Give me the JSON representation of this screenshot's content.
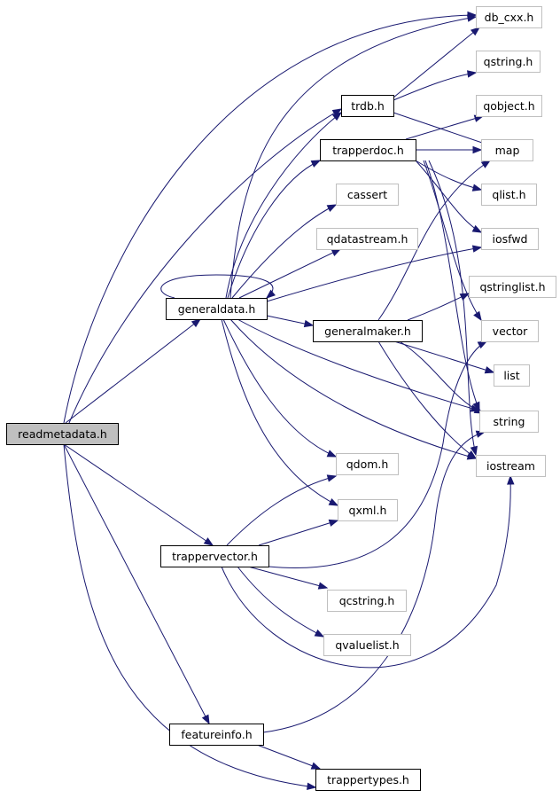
{
  "nodes": {
    "readmetadata": {
      "label": "readmetadata.h",
      "style": "root"
    },
    "db_cxx": {
      "label": "db_cxx.h",
      "style": "external"
    },
    "qstring": {
      "label": "qstring.h",
      "style": "external"
    },
    "trdb": {
      "label": "trdb.h",
      "style": "project"
    },
    "qobject": {
      "label": "qobject.h",
      "style": "external"
    },
    "trapperdoc": {
      "label": "trapperdoc.h",
      "style": "project"
    },
    "map": {
      "label": "map",
      "style": "external"
    },
    "cassert": {
      "label": "cassert",
      "style": "external"
    },
    "qlist": {
      "label": "qlist.h",
      "style": "external"
    },
    "qdatastream": {
      "label": "qdatastream.h",
      "style": "external"
    },
    "iosfwd": {
      "label": "iosfwd",
      "style": "external"
    },
    "qstringlist": {
      "label": "qstringlist.h",
      "style": "external"
    },
    "generaldata": {
      "label": "generaldata.h",
      "style": "project"
    },
    "generalmaker": {
      "label": "generalmaker.h",
      "style": "project"
    },
    "vector": {
      "label": "vector",
      "style": "external"
    },
    "list": {
      "label": "list",
      "style": "external"
    },
    "string": {
      "label": "string",
      "style": "external"
    },
    "iostream": {
      "label": "iostream",
      "style": "external"
    },
    "qdom": {
      "label": "qdom.h",
      "style": "external"
    },
    "qxml": {
      "label": "qxml.h",
      "style": "external"
    },
    "trappervector": {
      "label": "trappervector.h",
      "style": "project"
    },
    "qcstring": {
      "label": "qcstring.h",
      "style": "external"
    },
    "qvaluelist": {
      "label": "qvaluelist.h",
      "style": "external"
    },
    "featureinfo": {
      "label": "featureinfo.h",
      "style": "project"
    },
    "trappertypes": {
      "label": "trappertypes.h",
      "style": "project"
    }
  },
  "edges": [
    [
      "readmetadata",
      "db_cxx"
    ],
    [
      "readmetadata",
      "trdb"
    ],
    [
      "readmetadata",
      "generaldata"
    ],
    [
      "readmetadata",
      "trappervector"
    ],
    [
      "readmetadata",
      "featureinfo"
    ],
    [
      "readmetadata",
      "trappertypes"
    ],
    [
      "trdb",
      "db_cxx"
    ],
    [
      "trdb",
      "qstring"
    ],
    [
      "trdb",
      "map"
    ],
    [
      "trapperdoc",
      "qobject"
    ],
    [
      "trapperdoc",
      "map"
    ],
    [
      "trapperdoc",
      "qlist"
    ],
    [
      "trapperdoc",
      "iosfwd"
    ],
    [
      "trapperdoc",
      "vector"
    ],
    [
      "trapperdoc",
      "string"
    ],
    [
      "trapperdoc",
      "iostream"
    ],
    [
      "generaldata",
      "generaldata"
    ],
    [
      "generaldata",
      "db_cxx"
    ],
    [
      "generaldata",
      "trdb"
    ],
    [
      "generaldata",
      "trapperdoc"
    ],
    [
      "generaldata",
      "cassert"
    ],
    [
      "generaldata",
      "qdatastream"
    ],
    [
      "generaldata",
      "iosfwd"
    ],
    [
      "generaldata",
      "generalmaker"
    ],
    [
      "generaldata",
      "string"
    ],
    [
      "generaldata",
      "iostream"
    ],
    [
      "generaldata",
      "qdom"
    ],
    [
      "generaldata",
      "qxml"
    ],
    [
      "generalmaker",
      "map"
    ],
    [
      "generalmaker",
      "qstringlist"
    ],
    [
      "generalmaker",
      "list"
    ],
    [
      "generalmaker",
      "string"
    ],
    [
      "generalmaker",
      "iostream"
    ],
    [
      "trappervector",
      "qdom"
    ],
    [
      "trappervector",
      "qxml"
    ],
    [
      "trappervector",
      "qcstring"
    ],
    [
      "trappervector",
      "qvaluelist"
    ],
    [
      "trappervector",
      "vector"
    ],
    [
      "trappervector",
      "iostream"
    ],
    [
      "featureinfo",
      "string"
    ],
    [
      "featureinfo",
      "trappertypes"
    ]
  ],
  "colors": {
    "edge": "#191970",
    "root_fill": "#bfbfbf",
    "root_stroke": "#000000",
    "project_stroke": "#000000",
    "external_stroke": "#bfbfbf"
  }
}
